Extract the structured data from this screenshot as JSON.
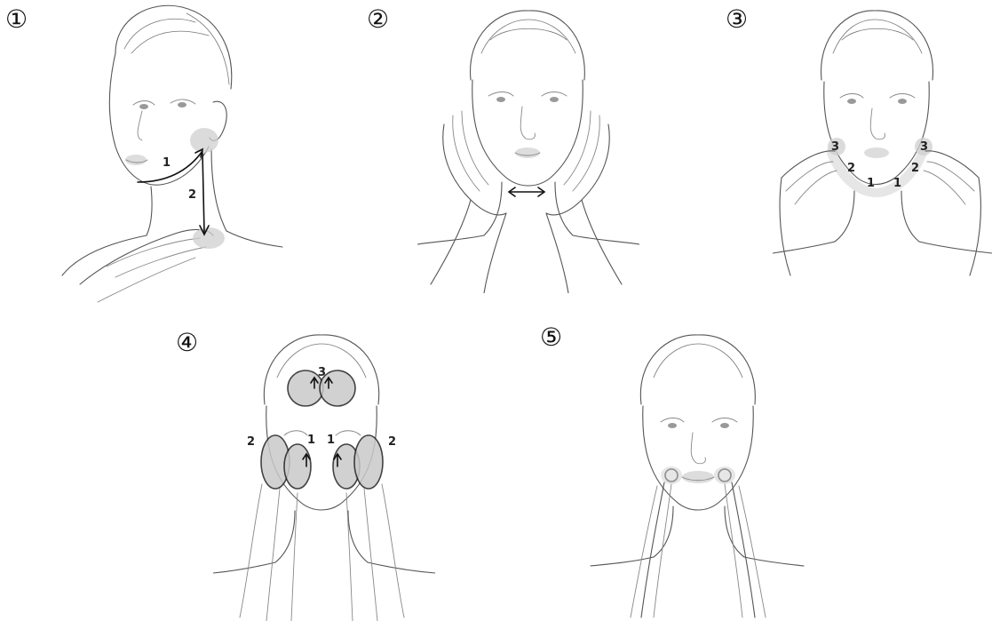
{
  "steps": [
    {
      "number": "①",
      "labels": [
        "1",
        "2"
      ]
    },
    {
      "number": "②",
      "labels": []
    },
    {
      "number": "③",
      "labels": [
        "3",
        "3",
        "2",
        "2",
        "1",
        "1"
      ]
    },
    {
      "number": "④",
      "labels": [
        "3",
        "2",
        "1",
        "1",
        "2"
      ]
    },
    {
      "number": "⑤",
      "labels": []
    }
  ]
}
